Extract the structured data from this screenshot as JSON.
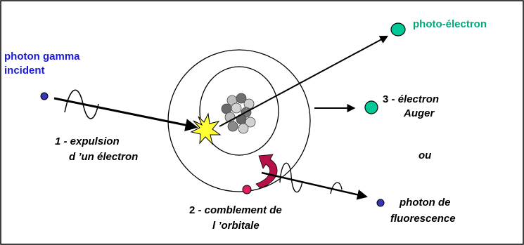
{
  "labels": {
    "photon_gamma_line1": "photon gamma",
    "photon_gamma_line2": "incident",
    "photo_electron": "photo-électron",
    "auger_line1_num": "3 - ",
    "auger_line1_word": "électron",
    "auger_line2": "Auger",
    "expulsion_line1": "1 - expulsion",
    "expulsion_line2": "d ’un électron",
    "ou": "ou",
    "comblement_num": "2",
    "comblement_rest": " - comblement de",
    "comblement_line2": "l ’orbitale",
    "fluorescence_line1": "photon de",
    "fluorescence_line2": "fluorescence"
  },
  "colors": {
    "photon_gamma_text": "#1a1ad6",
    "photo_electron_text": "#00a87a",
    "electron_green": "#00c896",
    "photon_blue": "#3535b8",
    "vacancy_fill": "#e0205a",
    "curved_arrow": "#b8104a",
    "flash": "#ffff33",
    "nucleus_dark": "#707070",
    "nucleus_light": "#d0d0d0"
  },
  "icons": [
    "photon-particle-icon",
    "electron-particle-icon",
    "nucleus-icon",
    "collision-flash-icon",
    "wavy-photon-icon",
    "curved-arrow-icon"
  ]
}
